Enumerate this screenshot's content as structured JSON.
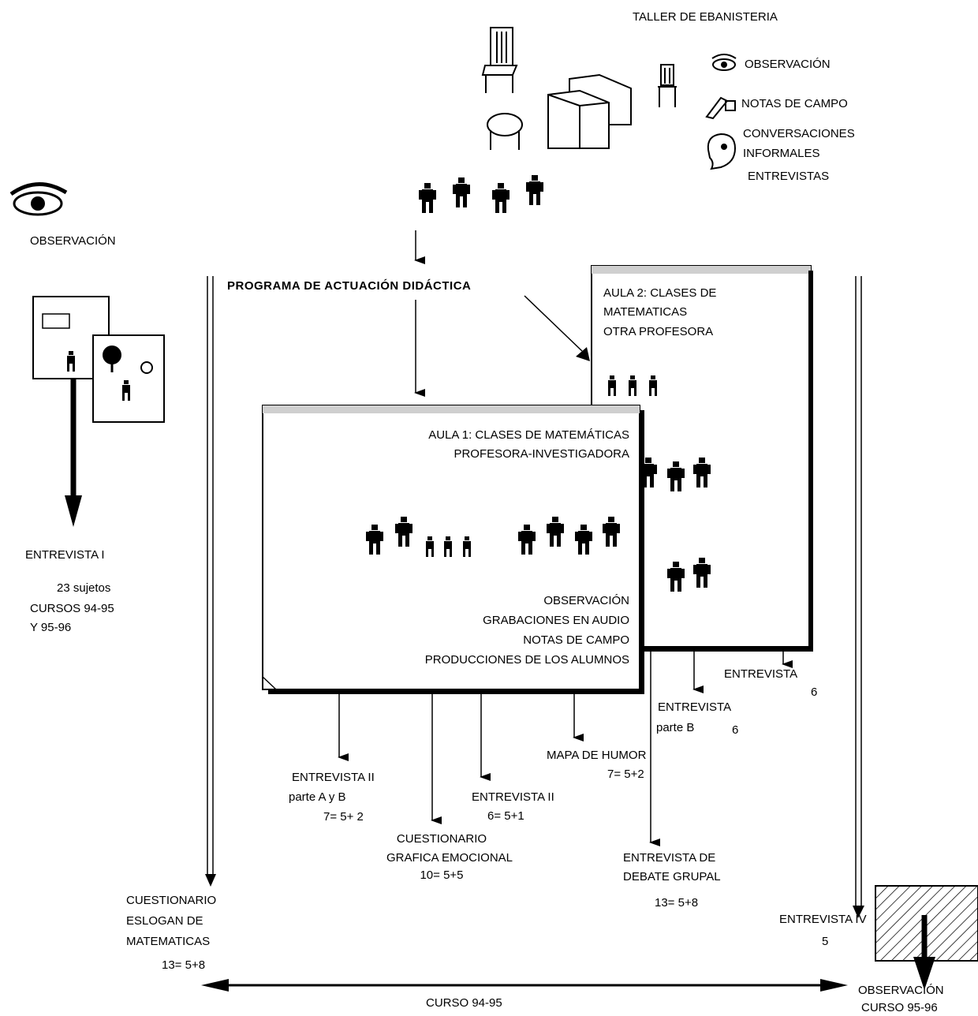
{
  "workshop": {
    "title": "TALLER DE EBANISTERIA",
    "methods": [
      "OBSERVACIÓN",
      "NOTAS DE CAMPO",
      "CONVERSACIONES",
      "INFORMALES",
      "ENTREVISTAS"
    ]
  },
  "left_observation": "OBSERVACIÓN",
  "program_label": "PROGRAMA DE ACTUACIÓN DIDÁCTICA",
  "interview_1": {
    "title": "ENTREVISTA I",
    "lines": [
      "23 sujetos",
      "CURSOS 94-95",
      "Y 95-96"
    ]
  },
  "aula2": {
    "lines": [
      "AULA 2: CLASES DE",
      "MATEMATICAS",
      "OTRA PROFESORA"
    ]
  },
  "aula1": {
    "lines": [
      "AULA 1: CLASES DE MATEMÁTICAS",
      "PROFESORA-INVESTIGADORA"
    ],
    "methods": [
      "OBSERVACIÓN",
      "GRABACIONES EN AUDIO",
      "NOTAS DE CAMPO",
      "PRODUCCIONES DE LOS ALUMNOS"
    ]
  },
  "instruments": {
    "entrevista_ii_ab": [
      "ENTREVISTA II",
      "parte A y B",
      "7= 5+ 2"
    ],
    "cuestionario_grafica": [
      "CUESTIONARIO",
      "GRAFICA EMOCIONAL",
      "10= 5+5"
    ],
    "entrevista_ii": [
      "ENTREVISTA II",
      "6= 5+1"
    ],
    "mapa_humor": [
      "MAPA DE HUMOR",
      "7= 5+2"
    ],
    "entrevista_b": [
      "ENTREVISTA",
      "parte B",
      "6"
    ],
    "entrevista_aula2": [
      "ENTREVISTA",
      "6"
    ],
    "entrevista_debate": [
      "ENTREVISTA DE",
      "DEBATE GRUPAL",
      "13= 5+8"
    ],
    "cuestionario_eslogan": [
      "CUESTIONARIO",
      "ESLOGAN DE",
      "MATEMATICAS",
      "13= 5+8"
    ],
    "entrevista_iv": [
      "ENTREVISTA IV",
      "5"
    ]
  },
  "timeline": {
    "curso_1": "CURSO 94-95",
    "obs_2": [
      "OBSERVACIÓN",
      "CURSO 95-96"
    ]
  },
  "icons": [
    "eye-icon",
    "chair-icon",
    "table-icon",
    "box-icon",
    "pen-icon",
    "speech-head-icon",
    "person-icon",
    "document-icon",
    "hatched-box-icon"
  ]
}
